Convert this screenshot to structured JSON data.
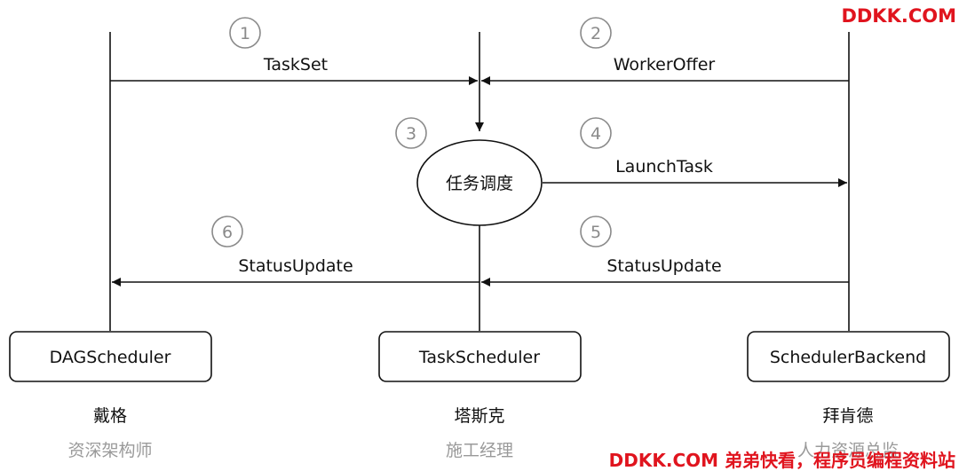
{
  "components": {
    "dag_scheduler": "DAGScheduler",
    "task_scheduler": "TaskScheduler",
    "scheduler_backend": "SchedulerBackend"
  },
  "center_node": "任务调度",
  "messages": {
    "taskset": "TaskSet",
    "worker_offer": "WorkerOffer",
    "launch_task": "LaunchTask",
    "status_update_right": "StatusUpdate",
    "status_update_left": "StatusUpdate"
  },
  "steps": [
    "1",
    "2",
    "3",
    "4",
    "5",
    "6"
  ],
  "people": [
    {
      "name": "戴格",
      "role": "资深架构师"
    },
    {
      "name": "塔斯克",
      "role": "施工经理"
    },
    {
      "name": "拜肯德",
      "role": "人力资源总监"
    }
  ],
  "watermarks": {
    "top": "DDKK.COM",
    "bottom": "DDKK.COM 弟弟快看，程序员编程资料站"
  },
  "colors": {
    "line": "#111111",
    "step_circle": "#8a8a8a",
    "watermark": "#e0141e"
  }
}
